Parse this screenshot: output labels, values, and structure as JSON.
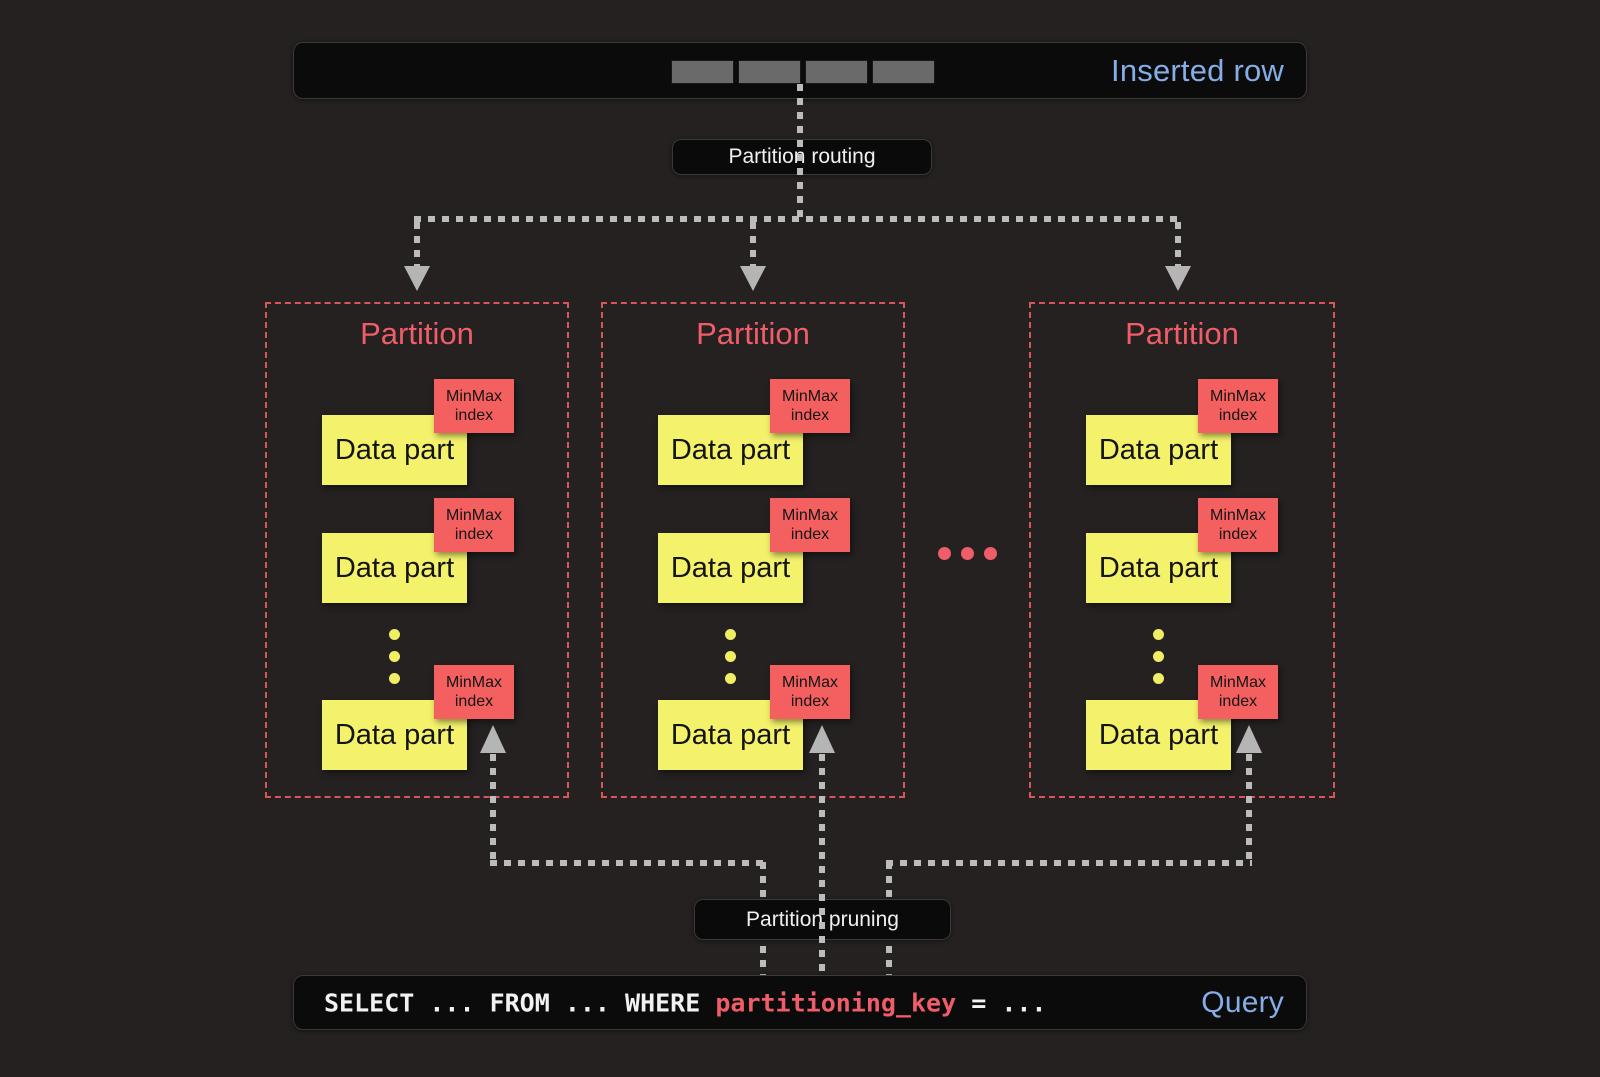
{
  "colors": {
    "background": "#242120",
    "bar_background": "#0b0b0b",
    "bar_border": "#3c3a39",
    "blue_label": "#85ade6",
    "red_accent": "#ee5d68",
    "minmax_background": "#f4605f",
    "data_part_yellow": "#f4f26b",
    "connector_gray": "#bcbcbc",
    "segment_gray": "#6a6a6a"
  },
  "inserted_row": {
    "label": "Inserted row",
    "segment_count": 4
  },
  "routing_label": "Partition routing",
  "pruning_label": "Partition pruning",
  "partitions": [
    {
      "title": "Partition",
      "units": [
        {
          "part": "Data part",
          "index": [
            "MinMax",
            "index"
          ]
        },
        {
          "part": "Data part",
          "index": [
            "MinMax",
            "index"
          ]
        },
        {
          "part": "Data part",
          "index": [
            "MinMax",
            "index"
          ]
        }
      ]
    },
    {
      "title": "Partition",
      "units": [
        {
          "part": "Data part",
          "index": [
            "MinMax",
            "index"
          ]
        },
        {
          "part": "Data part",
          "index": [
            "MinMax",
            "index"
          ]
        },
        {
          "part": "Data part",
          "index": [
            "MinMax",
            "index"
          ]
        }
      ]
    },
    {
      "title": "Partition",
      "units": [
        {
          "part": "Data part",
          "index": [
            "MinMax",
            "index"
          ]
        },
        {
          "part": "Data part",
          "index": [
            "MinMax",
            "index"
          ]
        },
        {
          "part": "Data part",
          "index": [
            "MinMax",
            "index"
          ]
        }
      ]
    }
  ],
  "query": {
    "pre": "SELECT ... FROM ... WHERE ",
    "key": "partitioning_key",
    "post": " = ...",
    "label": "Query"
  }
}
